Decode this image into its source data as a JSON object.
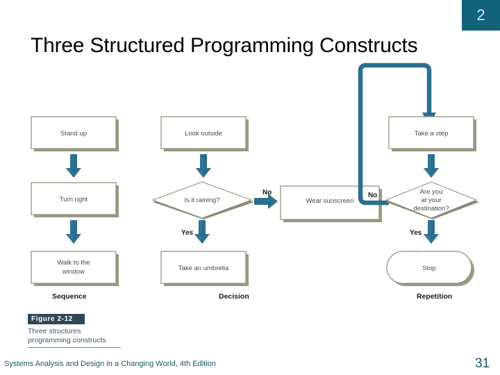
{
  "slide": {
    "number_badge": "2",
    "title": "Three Structured Programming Constructs"
  },
  "figure": {
    "caption_tag": "Figure 2-12",
    "caption_text": "Three structures programming constructs",
    "colors": {
      "arrow": "#2c6e8e",
      "box_border": "#8d8d76",
      "box_shadow": "#9a9a80",
      "badge": "#13627c",
      "caption_tag_bg": "#2f4858",
      "footer_text": "#17576b"
    },
    "columns": [
      {
        "name": "sequence",
        "caption": "Sequence",
        "nodes": [
          {
            "id": "stand-up",
            "shape": "process",
            "label": "Stand up"
          },
          {
            "id": "turn-right",
            "shape": "process",
            "label": "Turn right"
          },
          {
            "id": "walk-to-the-window",
            "shape": "process",
            "label_line1": "Walk to the",
            "label_line2": "window"
          }
        ]
      },
      {
        "name": "decision",
        "caption": "Decision",
        "nodes": [
          {
            "id": "look-outside",
            "shape": "process",
            "label": "Look outside"
          },
          {
            "id": "is-it-raining",
            "shape": "decision",
            "label": "Is it raining?"
          },
          {
            "id": "take-an-umbrella",
            "shape": "process",
            "label": "Take an umbrella"
          },
          {
            "id": "wear-sunscreen",
            "shape": "process",
            "label": "Wear sunscreen"
          }
        ],
        "edge_labels": {
          "yes": "Yes",
          "no": "No"
        }
      },
      {
        "name": "repetition",
        "caption": "Repetition",
        "nodes": [
          {
            "id": "take-a-step",
            "shape": "process",
            "label": "Take a step"
          },
          {
            "id": "are-you-at-your-destination",
            "shape": "decision",
            "label_line1": "Are you",
            "label_line2": "at your",
            "label_line3": "destination?"
          },
          {
            "id": "stop",
            "shape": "terminator",
            "label": "Stop"
          }
        ],
        "edge_labels": {
          "yes": "Yes",
          "no": "No"
        }
      }
    ]
  },
  "footer": {
    "source": "Systems Analysis and Design in a Changing World, 4th Edition",
    "page_number": "31"
  }
}
